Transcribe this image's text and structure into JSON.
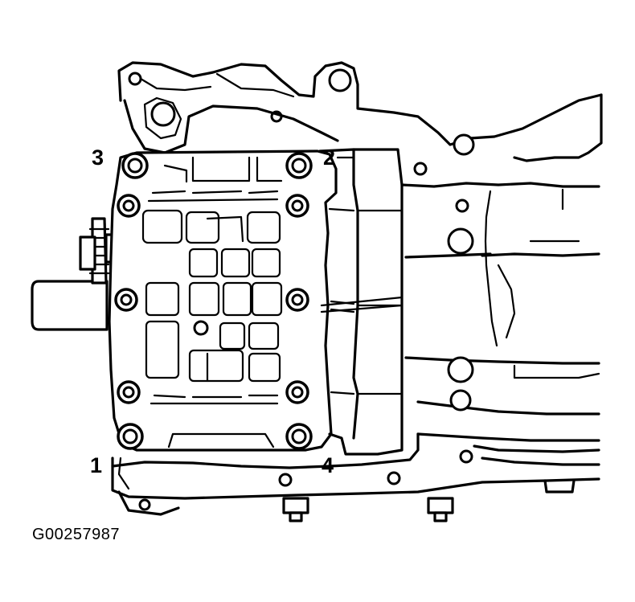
{
  "diagram": {
    "callouts": [
      {
        "id": "bolt-1",
        "label": "1"
      },
      {
        "id": "bolt-2",
        "label": "2"
      },
      {
        "id": "bolt-3",
        "label": "3"
      },
      {
        "id": "bolt-4",
        "label": "4"
      }
    ],
    "caption": "G00257987",
    "line_color": "#000000",
    "background": "#ffffff"
  }
}
